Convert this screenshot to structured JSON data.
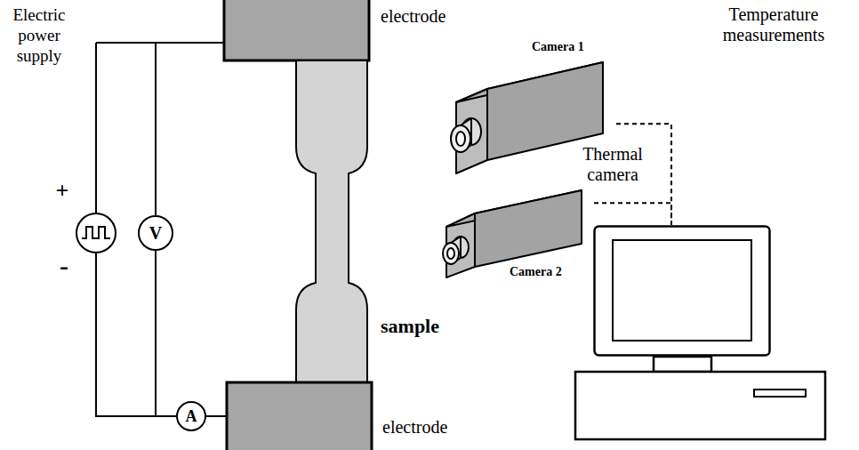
{
  "diagram": {
    "nodes": [
      {
        "text": [
          "V"
        ]
      },
      {
        "text": [
          "A"
        ]
      },
      {
        "text": [
          "Camera 1"
        ]
      },
      {
        "text": [
          "Camera 2"
        ]
      },
      {
        "text": [
          "Temperature measurements"
        ]
      }
    ],
    "edges": [
      {
        "from": 0,
        "to": 1,
        "arrow": "none"
      },
      {
        "from": 2,
        "to": 4,
        "arrow": "none"
      },
      {
        "from": 3,
        "to": 4,
        "arrow": "none"
      }
    ],
    "labels": [
      "Electric power supply",
      "+",
      "-",
      "electrode",
      "electrode",
      "sample",
      "Thermal camera"
    ]
  }
}
